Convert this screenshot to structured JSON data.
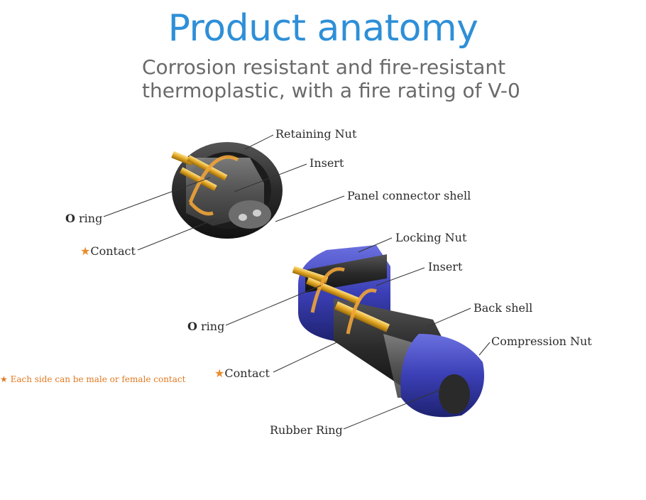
{
  "header": {
    "title": "Product anatomy",
    "subtitle_line1": "Corrosion resistant and fire-resistant",
    "subtitle_line2": "thermoplastic, with a fire rating of V-0"
  },
  "panel_connector": {
    "labels": {
      "retaining_nut": "Retaining Nut",
      "insert": "Insert",
      "panel_connector_shell": "Panel connector shell",
      "o_ring_prefix": "O",
      "o_ring_suffix": " ring",
      "contact_star": "★",
      "contact": "Contact"
    }
  },
  "cable_connector": {
    "labels": {
      "locking_nut": "Locking Nut",
      "insert": "Insert",
      "back_shell": "Back shell",
      "compression_nut": "Compression Nut",
      "o_ring_prefix": "O",
      "o_ring_suffix": " ring",
      "contact_star": "★",
      "contact": "Contact",
      "rubber_ring": "Rubber Ring"
    }
  },
  "footnote": {
    "star": "★",
    "text": " Each side can be male or female contact"
  },
  "colors": {
    "title": "#2e8fd8",
    "subtitle": "#6a6a6a",
    "accent_orange": "#e98b2a",
    "shell_black": "#2a2a2a",
    "nut_blue": "#3b3fb5",
    "contact_gold": "#e0a623"
  }
}
